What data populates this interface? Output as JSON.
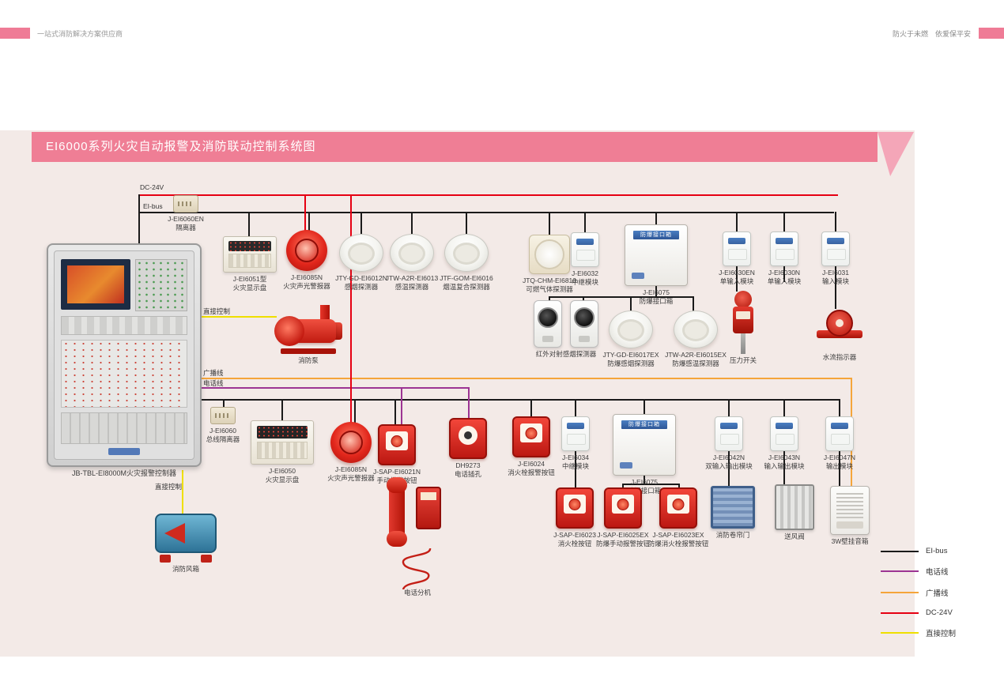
{
  "header": {
    "left_tagline": "一站式消防解决方案供应商",
    "right_tagline": "防火于未燃　依爱保平安"
  },
  "banner": {
    "title": "EI6000系列火灾自动报警及消防联动控制系统图"
  },
  "bus_labels": {
    "dc24v": "DC-24V",
    "eibus": "EI-bus",
    "direct_top": "直接控制",
    "broadcast": "广播线",
    "phone": "电话线",
    "direct_bottom": "直接控制"
  },
  "devices": {
    "isolator_en": {
      "l1": "J-EI6060EN",
      "l2": "隔离器"
    },
    "main_panel": {
      "label": "JB-TBL-EI8000M火灾报警控制器"
    },
    "display_6051": {
      "l1": "J-EI6051型",
      "l2": "火灾显示盘"
    },
    "alarm_top": {
      "l1": "J-EI6085N",
      "l2": "火灾声光警报器"
    },
    "smoke_6012": {
      "l1": "JTY-GD-EI6012N",
      "l2": "感烟探测器"
    },
    "heat_6013": {
      "l1": "JTW-A2R-EI6013",
      "l2": "感温探测器"
    },
    "combo_6016": {
      "l1": "JTF-GOM-EI6016",
      "l2": "烟温复合探测器"
    },
    "gas_6810": {
      "l1": "JTQ-CHM-EI6810",
      "l2": "可燃气体探测器"
    },
    "relay_6032": {
      "l1": "J-EI6032",
      "l2": "中继模块"
    },
    "exbox_top": {
      "band": "防爆接口箱",
      "l1": "J-EI6075",
      "l2": "防爆接口箱"
    },
    "in_6030en": {
      "l1": "J-EI6030EN",
      "l2": "单输入模块"
    },
    "in_6030n": {
      "l1": "J-EI6030N",
      "l2": "单输入模块"
    },
    "in_6031": {
      "l1": "J-EI6031",
      "l2": "输入模块"
    },
    "pump": {
      "label": "消防泵"
    },
    "beam": {
      "label": "红外对射感烟探测器"
    },
    "ex_smoke": {
      "l1": "JTY-GD-EI6017EX",
      "l2": "防爆感烟探测器"
    },
    "ex_heat": {
      "l1": "JTW-A2R-EI6015EX",
      "l2": "防爆感温探测器"
    },
    "pressure": {
      "label": "压力开关"
    },
    "flow": {
      "label": "水流指示器"
    },
    "isolator_6060": {
      "l1": "J-EI6060",
      "l2": "总线隔离器"
    },
    "display_6050": {
      "l1": "J-EI6050",
      "l2": "火灾显示盘"
    },
    "alarm_mid": {
      "l1": "J-EI6085N",
      "l2": "火灾声光警报器"
    },
    "manual_6021": {
      "l1": "J-SAP-EI6021N",
      "l2": "手动报警按钮"
    },
    "phone_jack": {
      "l1": "DH9273",
      "l2": "电话插孔"
    },
    "hydrant_6024": {
      "l1": "J-EI6024",
      "l2": "消火栓报警按钮"
    },
    "relay_6034": {
      "l1": "J-EI6034",
      "l2": "中继模块"
    },
    "exbox_mid": {
      "band": "防爆接口箱",
      "l1": "J-EI6075",
      "l2": "防爆接口箱"
    },
    "io_6042": {
      "l1": "J-EI6042N",
      "l2": "双输入输出模块"
    },
    "io_6043": {
      "l1": "J-EI6043N",
      "l2": "输入输出模块"
    },
    "out_6047": {
      "l1": "J-EI6047N",
      "l2": "输出模块"
    },
    "fan_box": {
      "label": "消防风箱"
    },
    "phone_ext": {
      "label": "电话分机"
    },
    "hydrant_6023": {
      "l1": "J-SAP-EI6023",
      "l2": "消火栓按钮"
    },
    "ex_manual_6025": {
      "l1": "J-SAP-EI6025EX",
      "l2": "防爆手动报警按钮"
    },
    "ex_hydrant_6023ex": {
      "l1": "J-SAP-EI6023EX",
      "l2": "防爆消火栓报警按钮"
    },
    "roll_door": {
      "label": "消防卷帘门"
    },
    "air_valve": {
      "label": "送风阀"
    },
    "speaker": {
      "label": "3W壁挂音箱"
    }
  },
  "legend": {
    "items": [
      {
        "label": "EI-bus",
        "color": "#1a1a1a"
      },
      {
        "label": "电话线",
        "color": "#9c3493"
      },
      {
        "label": "广播线",
        "color": "#f5a53a"
      },
      {
        "label": "DC-24V",
        "color": "#e60012"
      },
      {
        "label": "直接控制",
        "color": "#efdf00"
      }
    ]
  }
}
